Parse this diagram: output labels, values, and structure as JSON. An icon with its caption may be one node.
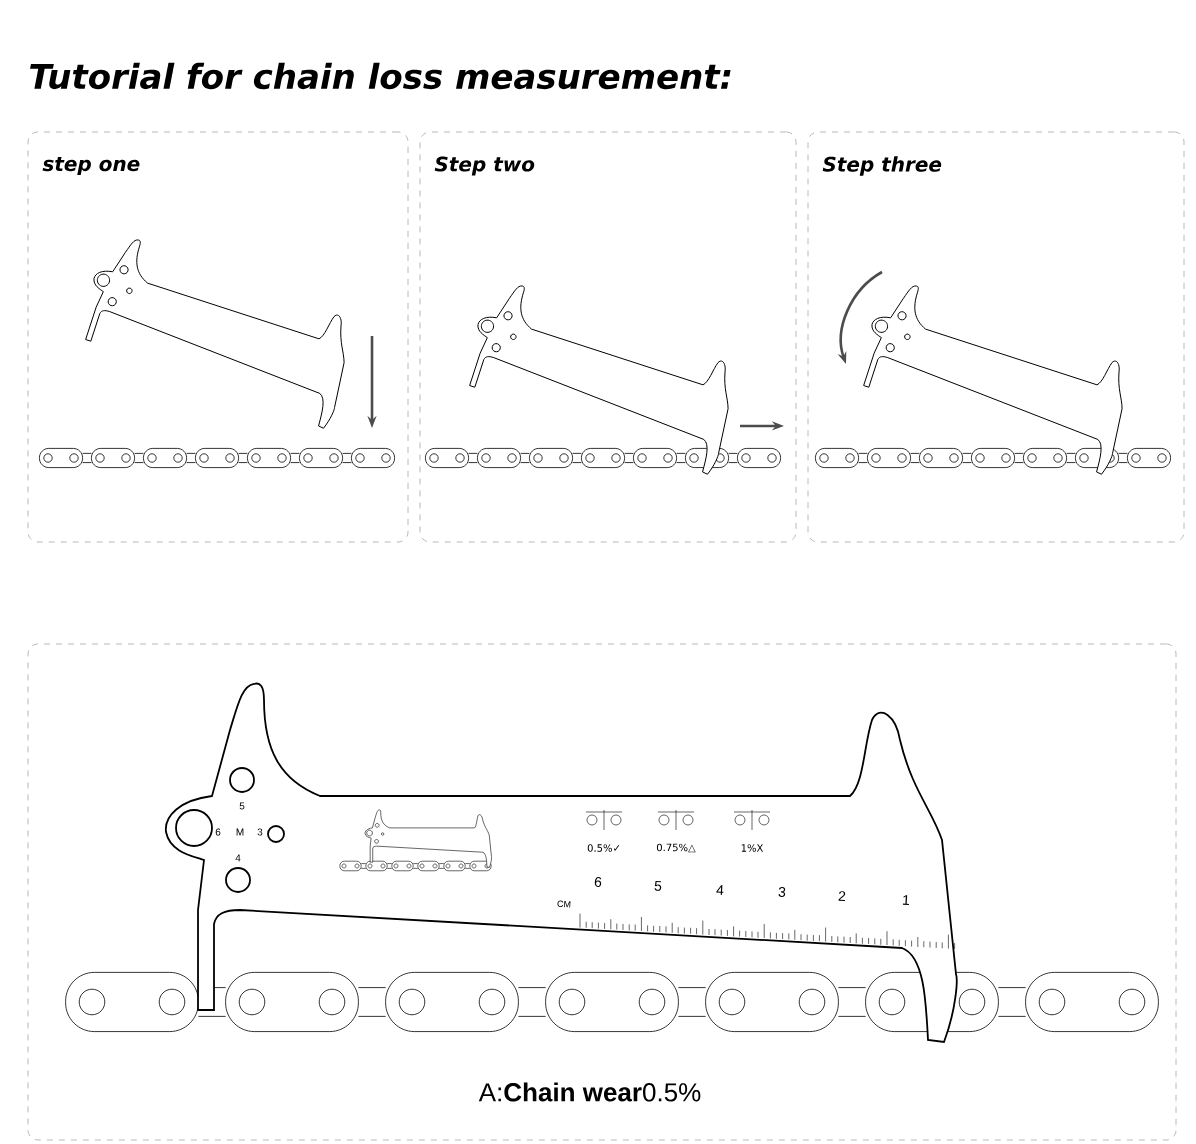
{
  "diagram": {
    "title": "Tutorial for chain loss measurement:",
    "nodes": [
      {
        "text": [
          "step one"
        ]
      },
      {
        "text": [
          "Step two"
        ]
      },
      {
        "text": [
          "Step three"
        ]
      },
      {
        "text": [
          "A:**Chain wear**0.5%"
        ]
      }
    ],
    "labels": [
      "5",
      "6",
      "M",
      "3",
      "4",
      "0.5%✓",
      "0.75%△",
      "1%X",
      "CM",
      "6",
      "5",
      "4",
      "3",
      "2",
      "1"
    ]
  }
}
